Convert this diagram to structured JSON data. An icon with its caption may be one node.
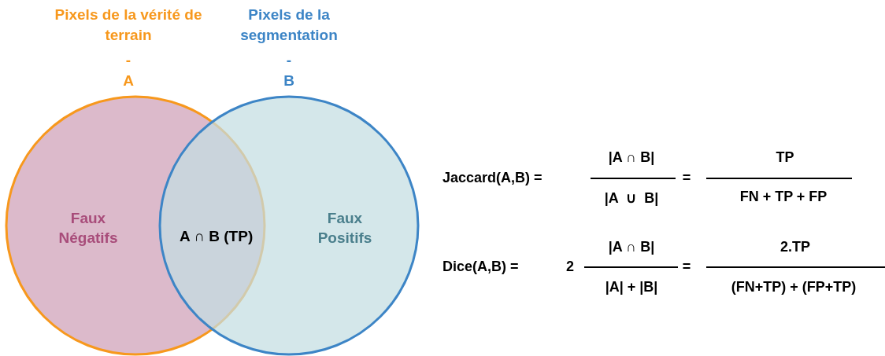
{
  "diagram": {
    "nodes": [
      {
        "text": [
          "Pixels de la vérité de terrain",
          "-",
          "A",
          "Faux Négatifs"
        ]
      },
      {
        "text": [
          "Pixels de la segmentation",
          "-",
          "B",
          "Faux Positifs"
        ]
      }
    ],
    "edges": [],
    "labels": [
      "A ∩ B (TP)",
      "|A ∩ B|",
      "TP",
      "Jaccard(A,B) =",
      "=",
      "|A  ∪  B|",
      "FN + TP + FP",
      "|A ∩ B|",
      "2.TP",
      "Dice(A,B) =",
      "2",
      "=",
      "|A| + |B|",
      "(FN+TP) + (FP+TP)"
    ]
  }
}
